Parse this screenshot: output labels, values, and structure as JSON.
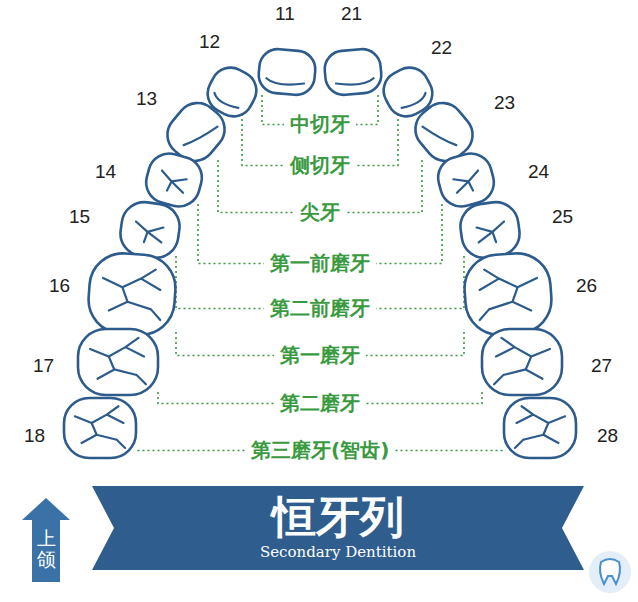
{
  "diagram": {
    "nodes": [
      {
        "text": [
          "上颌"
        ]
      },
      {
        "text": [
          "恒牙列",
          "Secondary Dentition"
        ]
      }
    ],
    "labels": [
      "11",
      "21",
      "12",
      "22",
      "13",
      "23",
      "14",
      "24",
      "15",
      "25",
      "16",
      "26",
      "17",
      "27",
      "18",
      "28",
      "中切牙",
      "侧切牙",
      "尖牙",
      "第一前磨牙",
      "第二前磨牙",
      "第一磨牙",
      "第二磨牙",
      "第三磨牙(智齿)"
    ]
  }
}
